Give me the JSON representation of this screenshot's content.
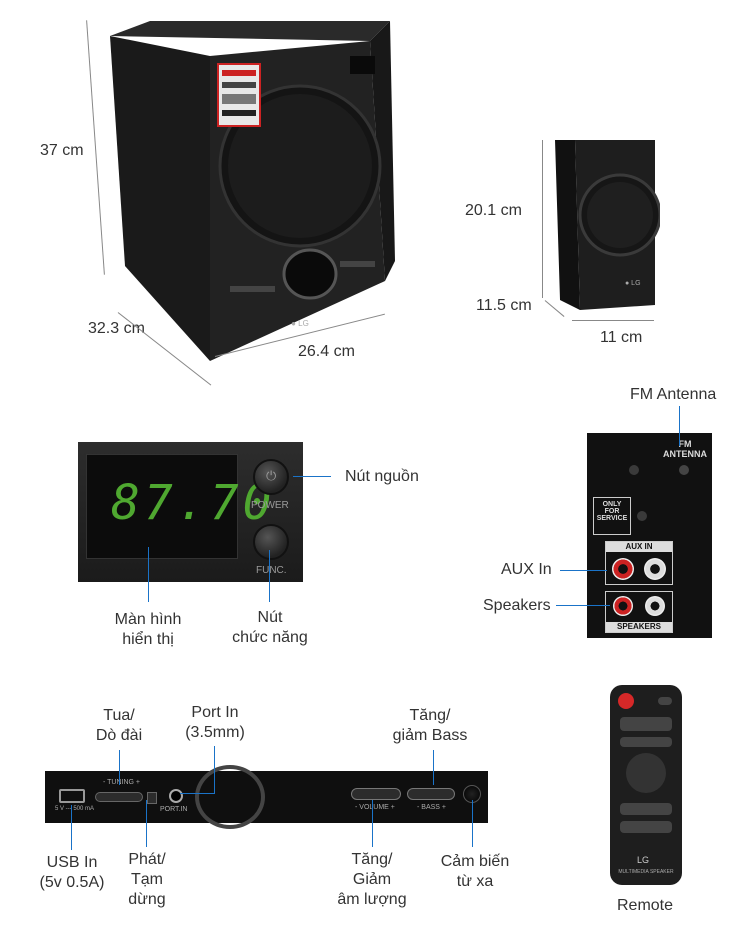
{
  "dimensions": {
    "sub_height": "37 cm",
    "sub_depth": "32.3 cm",
    "sub_width": "26.4 cm",
    "sat_height": "20.1 cm",
    "sat_depth": "11.5 cm",
    "sat_width": "11 cm"
  },
  "brand": "LG",
  "display_panel": {
    "readout": "87.70",
    "power_label": "POWER",
    "func_label": "FUNC.",
    "callouts": {
      "power": "Nút nguồn",
      "display": "Màn hình\nhiển thị",
      "function": "Nút\nchức năng"
    }
  },
  "rear_panel": {
    "fm_text": "FM\nANTENNA",
    "service_text": "ONLY\nFOR\nSERVICE",
    "aux_header": "AUX IN",
    "speakers_header": "SPEAKERS",
    "callouts": {
      "fm": "FM Antenna",
      "aux": "AUX In",
      "speakers": "Speakers"
    }
  },
  "front_strip": {
    "tuning_label": "- TUNING +",
    "usb_rating": "5 V --- 500 mA",
    "port_in_label": "PORT.IN",
    "volume_label": "- VOLUME +",
    "bass_label": "- BASS +",
    "callouts": {
      "tuning": "Tua/\nDò đài",
      "port_in": "Port In\n(3.5mm)",
      "bass": "Tăng/\ngiảm Bass",
      "usb": "USB In\n(5v 0.5A)",
      "play": "Phát/\nTạm\ndừng",
      "volume": "Tăng/\nGiảm\nâm lượng",
      "sensor": "Cảm biến\ntừ xa"
    }
  },
  "remote": {
    "caption": "Remote",
    "footer": "MULTIMEDIA SPEAKER"
  },
  "colors": {
    "callout_line": "#1a73c8",
    "led_green": "#4fa830",
    "power_red": "#d62828"
  }
}
